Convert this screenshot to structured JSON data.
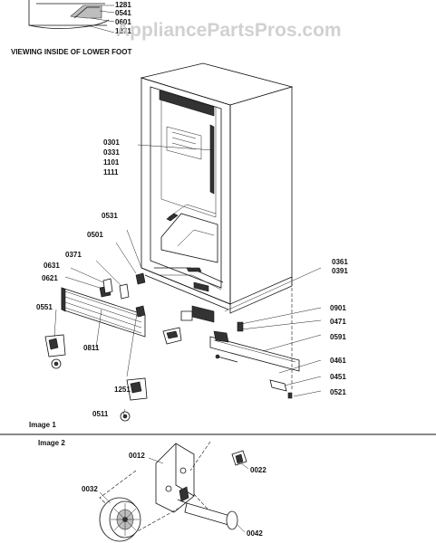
{
  "watermark": "AppliancePartsPros.com",
  "inset_caption": "VIEWING INSIDE OF LOWER FOOT",
  "image1_label": "Image 1",
  "image2_label": "Image 2",
  "inset_parts": [
    "1281",
    "0541",
    "0601",
    "1271"
  ],
  "image1_parts": {
    "group_0301": [
      "0301",
      "0331",
      "1101",
      "1111"
    ],
    "p0531": "0531",
    "p0501": "0501",
    "p0371": "0371",
    "p0631": "0631",
    "p0621": "0621",
    "p0551": "0551",
    "p0811": "0811",
    "p1251": "1251",
    "p0511": "0511",
    "p0361": "0361",
    "p0391": "0391",
    "p0901": "0901",
    "p0471": "0471",
    "p0591": "0591",
    "p0461": "0461",
    "p0451": "0451",
    "p0521": "0521"
  },
  "image2_parts": {
    "p0012": "0012",
    "p0022": "0022",
    "p0032": "0032",
    "p0042": "0042"
  }
}
